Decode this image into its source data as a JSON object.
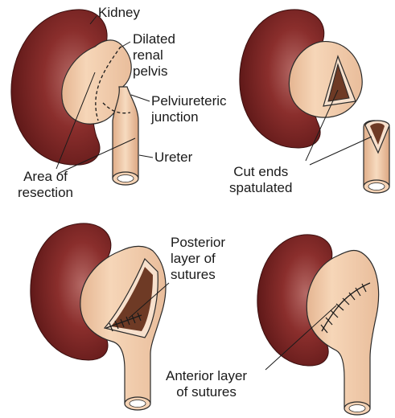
{
  "labels": {
    "kidney": "Kidney",
    "dilated_renal_pelvis": "Dilated\nrenal\npelvis",
    "pelviureteric_junction": "Pelviureteric\njunction",
    "ureter": "Ureter",
    "area_of_resection": "Area of\nresection",
    "cut_ends_spatulated": "Cut ends\nspatulated",
    "posterior_layer": "Posterior\nlayer of\nsutures",
    "anterior_layer": "Anterior layer\nof sutures"
  },
  "colors": {
    "kidney": "#6a1f1f",
    "kidney_highlight": "#a0504c",
    "pelvis": "#f2ccaa",
    "pelvis_shade": "#d9a884",
    "lumen": "#7a4a33",
    "outline": "#2a2a2a"
  }
}
